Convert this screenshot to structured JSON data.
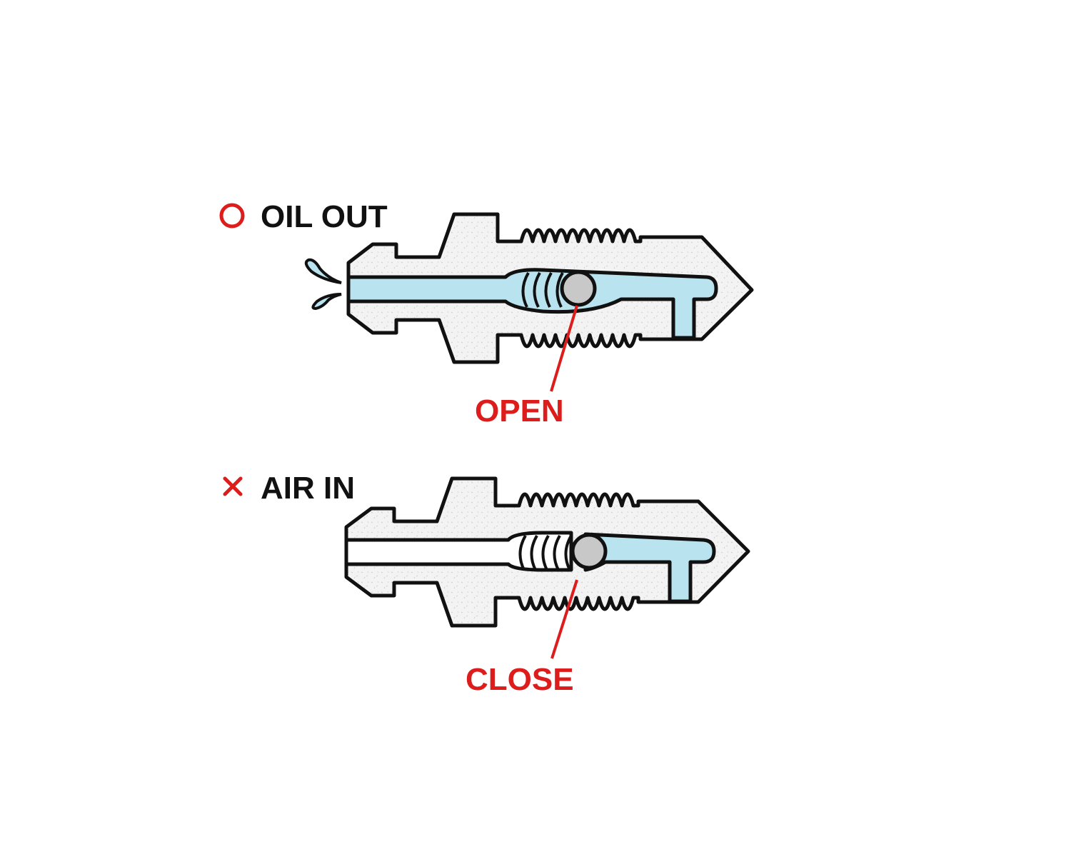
{
  "colors": {
    "accent_red": "#dd1c1c",
    "fluid_blue": "#b9e3ee",
    "body_fill": "#f2f2f2",
    "outline": "#111111",
    "ball_gray": "#c8c8c8"
  },
  "top_valve": {
    "symbol": "○",
    "symbol_meaning": "circle-icon",
    "status_label": "OIL OUT",
    "callout_label": "OPEN"
  },
  "bottom_valve": {
    "symbol": "×",
    "symbol_meaning": "cross-icon",
    "status_label": "AIR IN",
    "callout_label": "CLOSE"
  }
}
